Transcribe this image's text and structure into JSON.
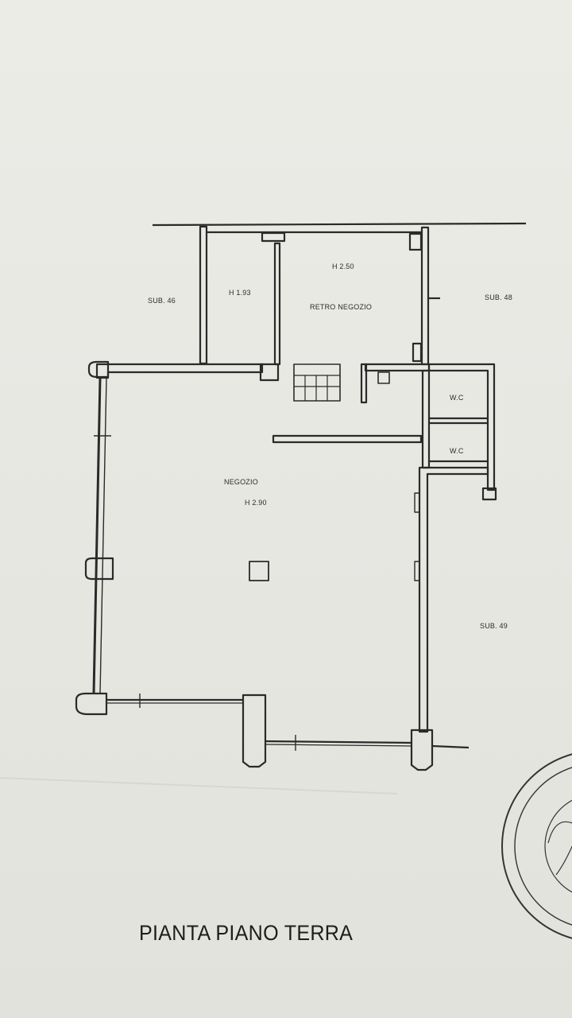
{
  "plan": {
    "title": "PIANTA PIANO TERRA",
    "labels": {
      "sub_left": "SUB. 46",
      "sub_right_top": "SUB. 48",
      "sub_right_bottom": "SUB. 49",
      "height_small_room": "H 1.93",
      "height_retro": "H 2.50",
      "retro_negozio": "RETRO NEGOZIO",
      "wc_upper": "W.C",
      "wc_lower": "W.C",
      "negozio": "NEGOZIO",
      "height_negozio": "H 2.90"
    }
  },
  "colors": {
    "paper": "#e9e9e4",
    "ink": "#2b2b2b"
  }
}
